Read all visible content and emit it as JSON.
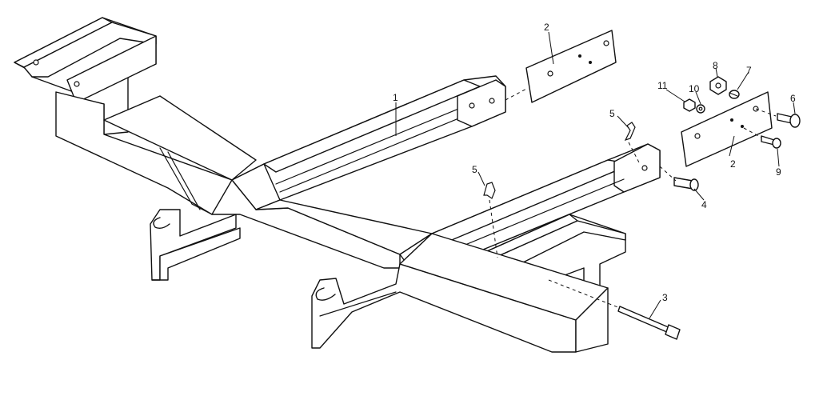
{
  "callouts": {
    "c1": "1",
    "c2a": "2",
    "c2b": "2",
    "c3": "3",
    "c4": "4",
    "c5a": "5",
    "c5b": "5",
    "c6": "6",
    "c7": "7",
    "c8": "8",
    "c9": "9",
    "c10": "10",
    "c11": "11"
  },
  "colors": {
    "line": "#111111",
    "background": "#ffffff"
  }
}
